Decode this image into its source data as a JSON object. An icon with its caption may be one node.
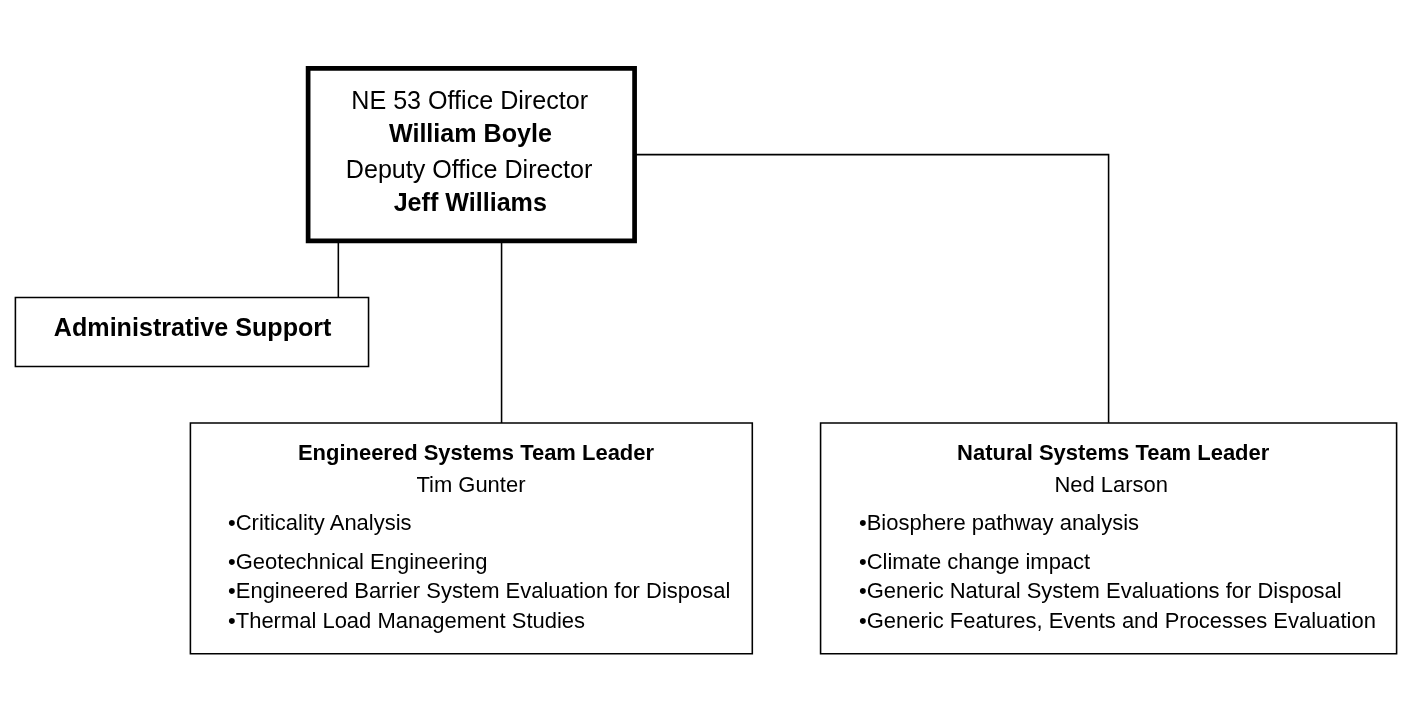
{
  "diagram": {
    "nodes": [
      {
        "text": [
          "NE 53 Office Director",
          "William Boyle",
          "Deputy Office Director",
          "Jeff Williams"
        ]
      },
      {
        "text": [
          "Administrative Support"
        ]
      },
      {
        "text": [
          "Engineered Systems Team Leader",
          "Tim Gunter",
          "•Criticality Analysis",
          "•Geotechnical Engineering",
          "•Engineered Barrier System Evaluation for Disposal",
          "•Thermal Load Management Studies"
        ]
      },
      {
        "text": [
          "Natural Systems Team Leader",
          "Ned Larson",
          "•Biosphere pathway analysis",
          "•Climate change impact",
          "•Generic Natural System Evaluations for Disposal",
          "•Generic Features, Events and Processes Evaluation"
        ]
      }
    ],
    "edges": [
      {
        "from": 0,
        "to": 1,
        "arrow": "none"
      },
      {
        "from": 0,
        "to": 2,
        "arrow": "none"
      },
      {
        "from": 0,
        "to": 3,
        "arrow": "none"
      }
    ]
  }
}
